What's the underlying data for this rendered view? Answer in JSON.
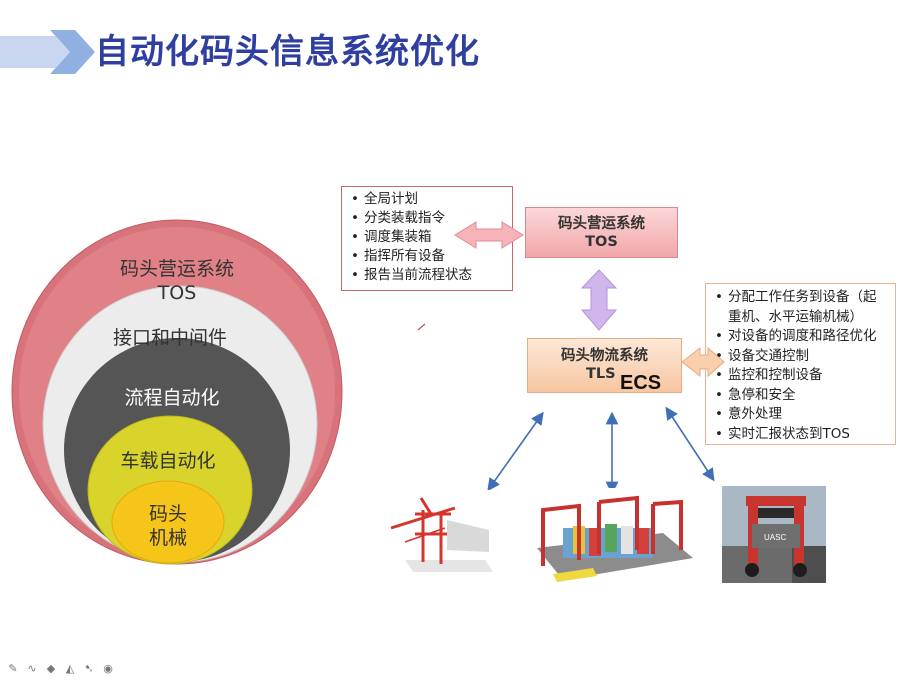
{
  "title": "自动化码头信息系统优化",
  "onion": {
    "layer1": "码头营运系统",
    "layer1b": "TOS",
    "layer2": "接口和中间件",
    "layer3": "流程自动化",
    "layer4": "车载自动化",
    "layer5a": "码头",
    "layer5b": "机械"
  },
  "left_box": {
    "items": [
      "全局计划",
      "分类装载指令",
      "调度集装箱",
      "指挥所有设备",
      "报告当前流程状态"
    ]
  },
  "right_box": {
    "items": [
      "分配工作任务到设备（起重机、水平运输机械）",
      "对设备的调度和路径优化",
      "设备交通控制",
      "监控和控制设备",
      "急停和安全",
      "意外处理",
      "实时汇报状态到TOS"
    ]
  },
  "tos": {
    "line1": "码头营运系统",
    "line2": "TOS"
  },
  "tls": {
    "line1": "码头物流系统",
    "line2": "TLS",
    "overlay": "ECS"
  },
  "photo3_label": "UASC",
  "colors": {
    "title": "#2f3fa0",
    "ring1": "#d9737b",
    "ring2": "#ececec",
    "ring3": "#5a5a5a",
    "ring4": "#d6d22a",
    "ring5": "#f5c518",
    "arrow_blue": "#3f6fb5",
    "arrow_pink": "#f29ea3",
    "arrow_purple": "#c9a9e3",
    "arrow_orange": "#f7c19a"
  },
  "toolbar_icons": [
    "pen-icon",
    "ink-icon",
    "eraser-icon",
    "highlighter-icon",
    "pointer-icon",
    "laser-icon"
  ]
}
